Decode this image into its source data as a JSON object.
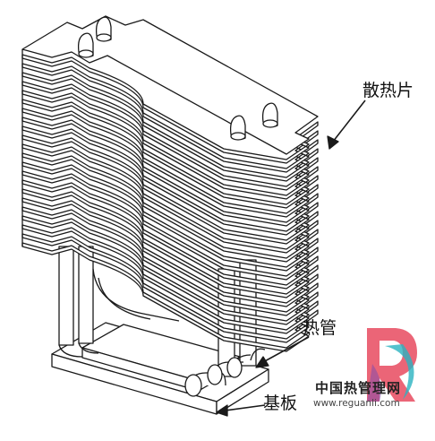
{
  "labels": {
    "fins": "散热片",
    "pipes": "热管",
    "base": "基板"
  },
  "watermark": {
    "title": "中国热管理网",
    "url": "www.reguanli.com",
    "colors": {
      "red": "#e84a5f",
      "teal": "#2bb3c0",
      "purple": "#8a4fa8"
    }
  },
  "colors": {
    "line": "#1a1a1a",
    "fill": "#ffffff"
  }
}
